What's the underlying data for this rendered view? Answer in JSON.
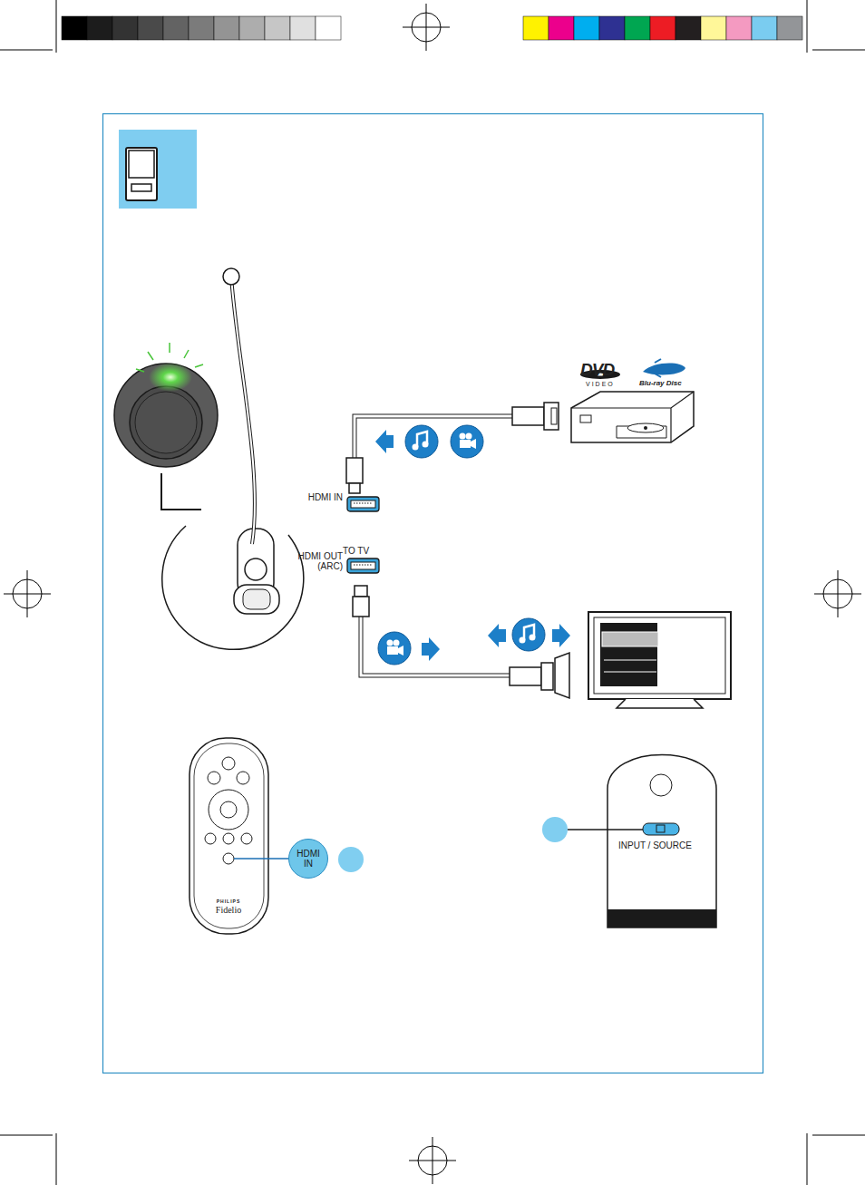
{
  "diagram": {
    "nodes": [
      {
        "text": [
          "HDMI IN"
        ]
      }
    ],
    "labels": [
      "HDMI IN",
      "HDMI OUT (ARC)",
      "TO TV",
      "DVD",
      "VIDEO",
      "Blu-ray Disc",
      "INPUT / SOURCE",
      "PHILIPS",
      "Fidelio"
    ]
  }
}
